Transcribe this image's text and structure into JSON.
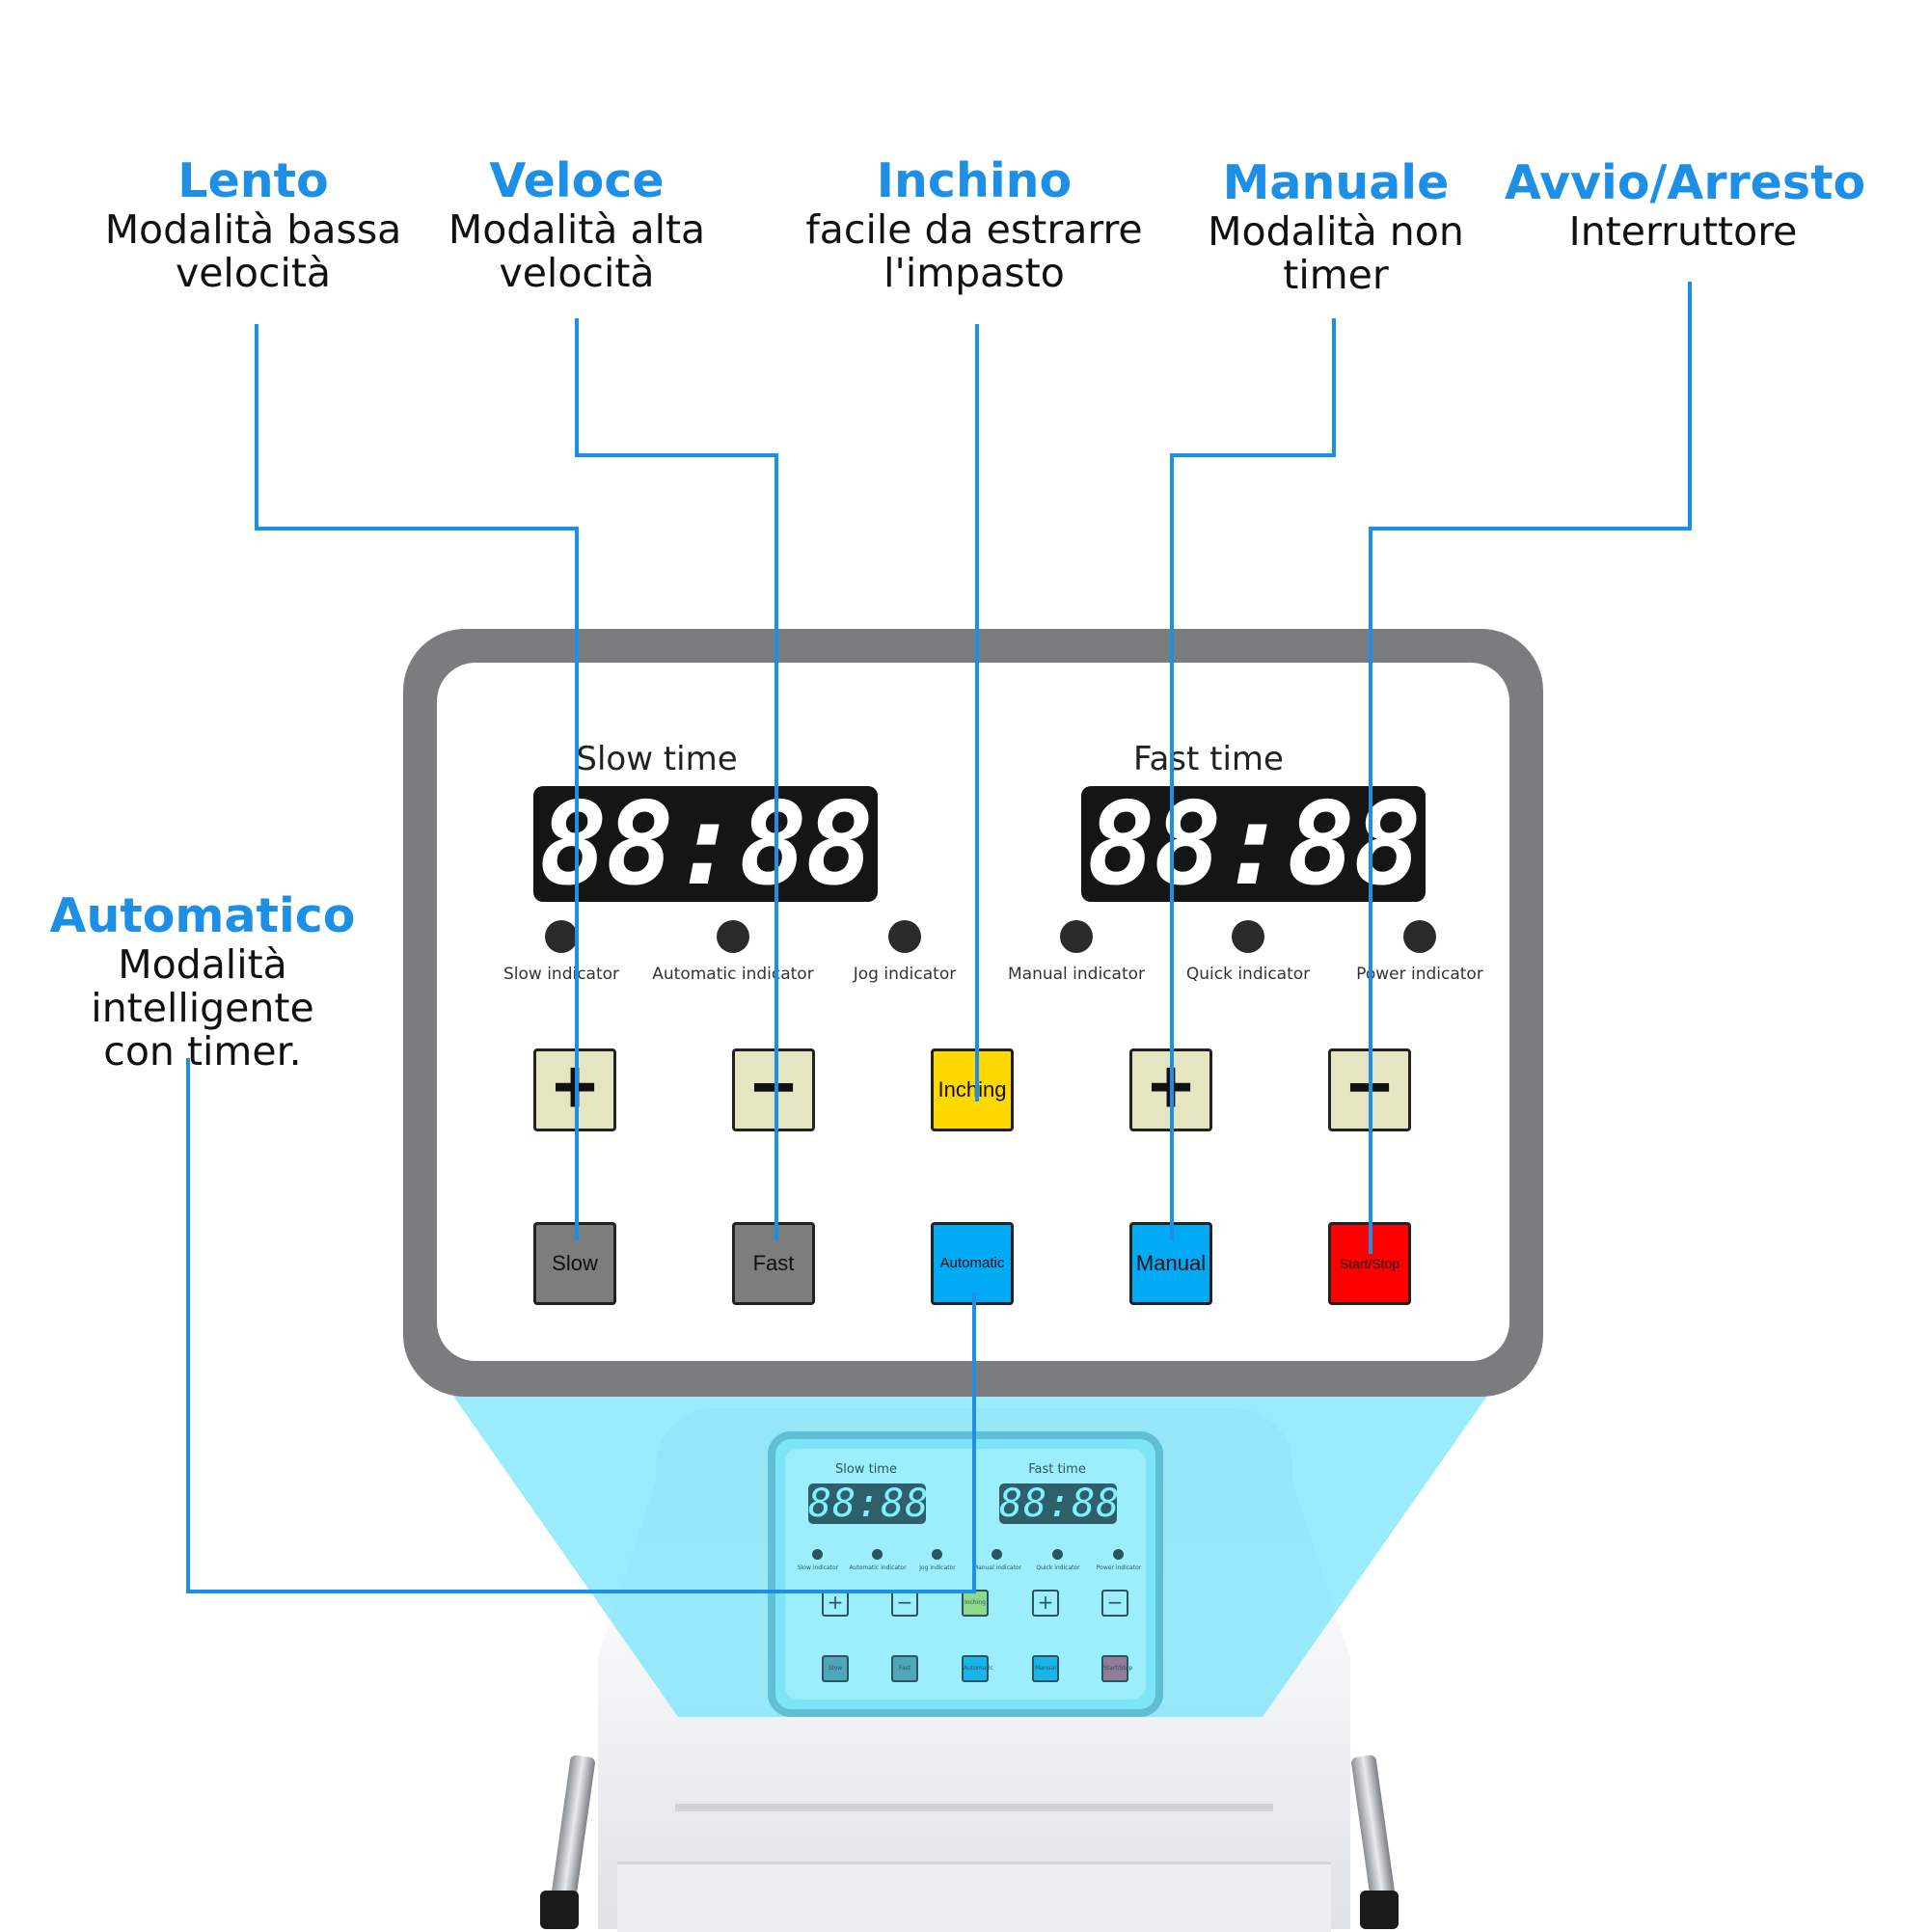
{
  "callouts": [
    {
      "title": "Lento",
      "desc": [
        "Modalità bassa",
        "velocità"
      ]
    },
    {
      "title": "Veloce",
      "desc": [
        "Modalità alta",
        "velocità"
      ]
    },
    {
      "title": "Inchino",
      "desc": [
        "facile da estrarre",
        "l'impasto"
      ]
    },
    {
      "title": "Manuale",
      "desc": [
        "Modalità non",
        "timer"
      ]
    },
    {
      "title": "Avvio/Arresto",
      "desc": [
        "Interruttore"
      ]
    },
    {
      "title": "Automatico",
      "desc": [
        "Modalità intelligente",
        "con timer."
      ]
    }
  ],
  "panel": {
    "slow_time_label": "Slow time",
    "fast_time_label": "Fast time",
    "slow_display": "88:88",
    "fast_display": "88:88",
    "indicators": [
      "Slow indicator",
      "Automatic indicator",
      "Jog indicator",
      "Manual indicator",
      "Quick indicator",
      "Power indicator"
    ],
    "top_buttons": [
      "+",
      "−",
      "Inching",
      "+",
      "−"
    ],
    "bottom_buttons": [
      "Slow",
      "Fast",
      "Automatic",
      "Manual",
      "Start/Stop"
    ]
  },
  "colors": {
    "accent": "#1e8fe6",
    "plus_minus": "#e6e5c1",
    "inching": "#ffd800",
    "slow_fast": "#7d7d7d",
    "automatic_manual": "#00aaf5",
    "start_stop": "#ff0000",
    "beam": "#78e4fa"
  }
}
